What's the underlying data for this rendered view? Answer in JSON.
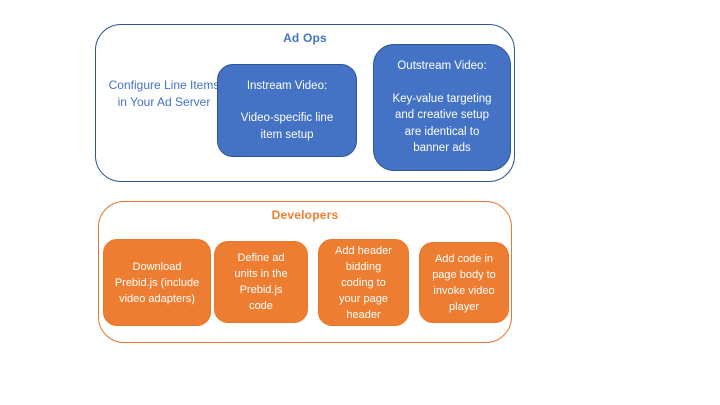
{
  "colors": {
    "blue_fill": "#4472C4",
    "blue_border": "#2F5597",
    "blue_text": "#4472C4",
    "orange_fill": "#ED7D31",
    "orange_border": "#E8762C",
    "box_text": "#FFFFFF",
    "canvas_bg": "#FFFFFF"
  },
  "ad_ops": {
    "title": "Ad Ops",
    "side_note": "Configure Line Items in Your Ad Server",
    "boxes": [
      {
        "heading": "Instream Video:",
        "body": "Video-specific line item setup"
      },
      {
        "heading": "Outstream Video:",
        "body": "Key-value targeting and creative setup are identical to banner ads"
      }
    ]
  },
  "developers": {
    "title": "Developers",
    "boxes": [
      {
        "text": "Download Prebid.js (include video adapters)"
      },
      {
        "text": "Define ad units in the Prebid.js code"
      },
      {
        "text": "Add header bidding coding to your page header"
      },
      {
        "text": "Add code in page body to invoke video player"
      }
    ]
  }
}
